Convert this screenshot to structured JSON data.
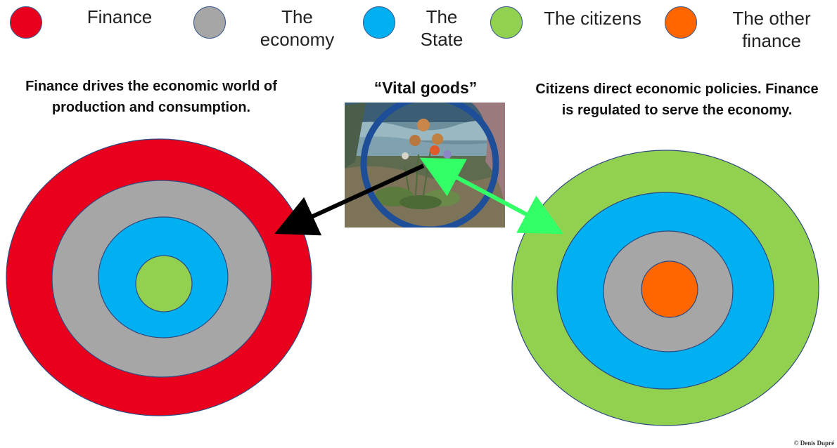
{
  "legend": [
    {
      "label": "Finance",
      "color": "#e8001c"
    },
    {
      "label": "The\neconomy",
      "color": "#a6a6a6"
    },
    {
      "label": "The\nState",
      "color": "#00b0f0"
    },
    {
      "label": "The citizens",
      "color": "#92d050"
    },
    {
      "label": "The other\nfinance",
      "color": "#ff6600"
    }
  ],
  "headings": {
    "left": "Finance drives the economic world of\nproduction and consumption.",
    "center": "“Vital goods”",
    "right": "Citizens direct economic policies. Finance\nis regulated to serve the economy."
  },
  "arrows": {
    "left_color": "#000000",
    "right_color": "#33ff66"
  },
  "image_frame_color": "#1f4e99",
  "credit": "© Denis Dupré"
}
